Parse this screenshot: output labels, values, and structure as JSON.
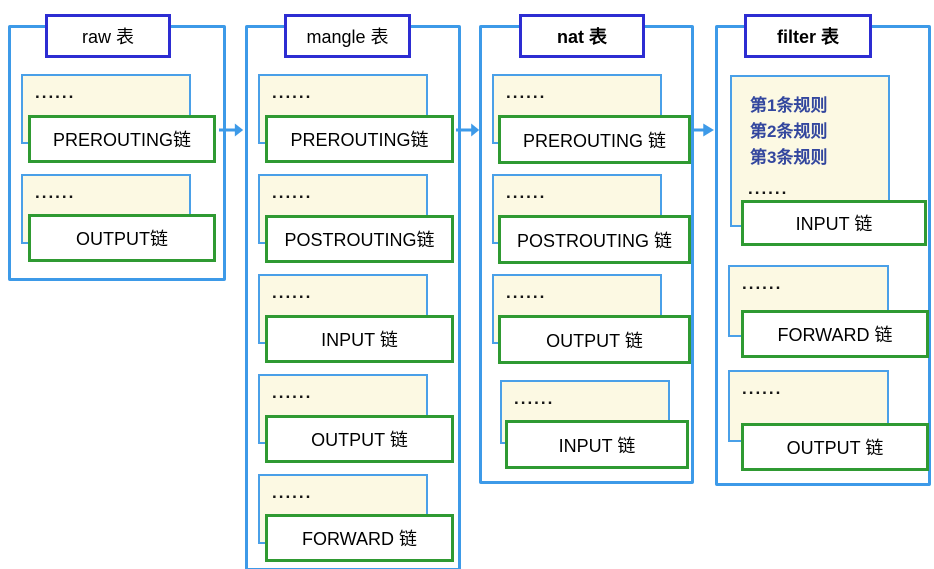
{
  "tables": [
    {
      "id": "raw",
      "title": "raw 表",
      "groups": [
        {
          "dots": "......",
          "chain": "PREROUTING链"
        },
        {
          "dots": "......",
          "chain": "OUTPUT链"
        }
      ]
    },
    {
      "id": "mangle",
      "title": "mangle 表",
      "groups": [
        {
          "dots": "......",
          "chain": "PREROUTING链"
        },
        {
          "dots": "......",
          "chain": "POSTROUTING链"
        },
        {
          "dots": "......",
          "chain": "INPUT 链"
        },
        {
          "dots": "......",
          "chain": "OUTPUT 链"
        },
        {
          "dots": "......",
          "chain": "FORWARD 链"
        }
      ]
    },
    {
      "id": "nat",
      "title": "nat 表",
      "groups": [
        {
          "dots": "......",
          "chain": "PREROUTING 链"
        },
        {
          "dots": "......",
          "chain": "POSTROUTING 链"
        },
        {
          "dots": "......",
          "chain": "OUTPUT 链"
        },
        {
          "dots": "......",
          "chain": "INPUT 链"
        }
      ]
    },
    {
      "id": "filter",
      "title": "filter 表",
      "rules": [
        "第1条规则",
        "第2条规则",
        "第3条规则"
      ],
      "groups": [
        {
          "dots": "......",
          "chain": "INPUT 链"
        },
        {
          "dots": "......",
          "chain": "FORWARD 链"
        },
        {
          "dots": "......",
          "chain": "OUTPUT 链"
        }
      ]
    }
  ],
  "colors": {
    "container_border": "#3d9ae8",
    "title_border": "#2d2dd2",
    "card_background": "#fcf9e3",
    "card_border": "#4aa0e8",
    "chain_border": "#2f9a32",
    "chain_background": "#ffffff",
    "rules_text": "#33479e",
    "arrow": "#3d9ae8"
  }
}
